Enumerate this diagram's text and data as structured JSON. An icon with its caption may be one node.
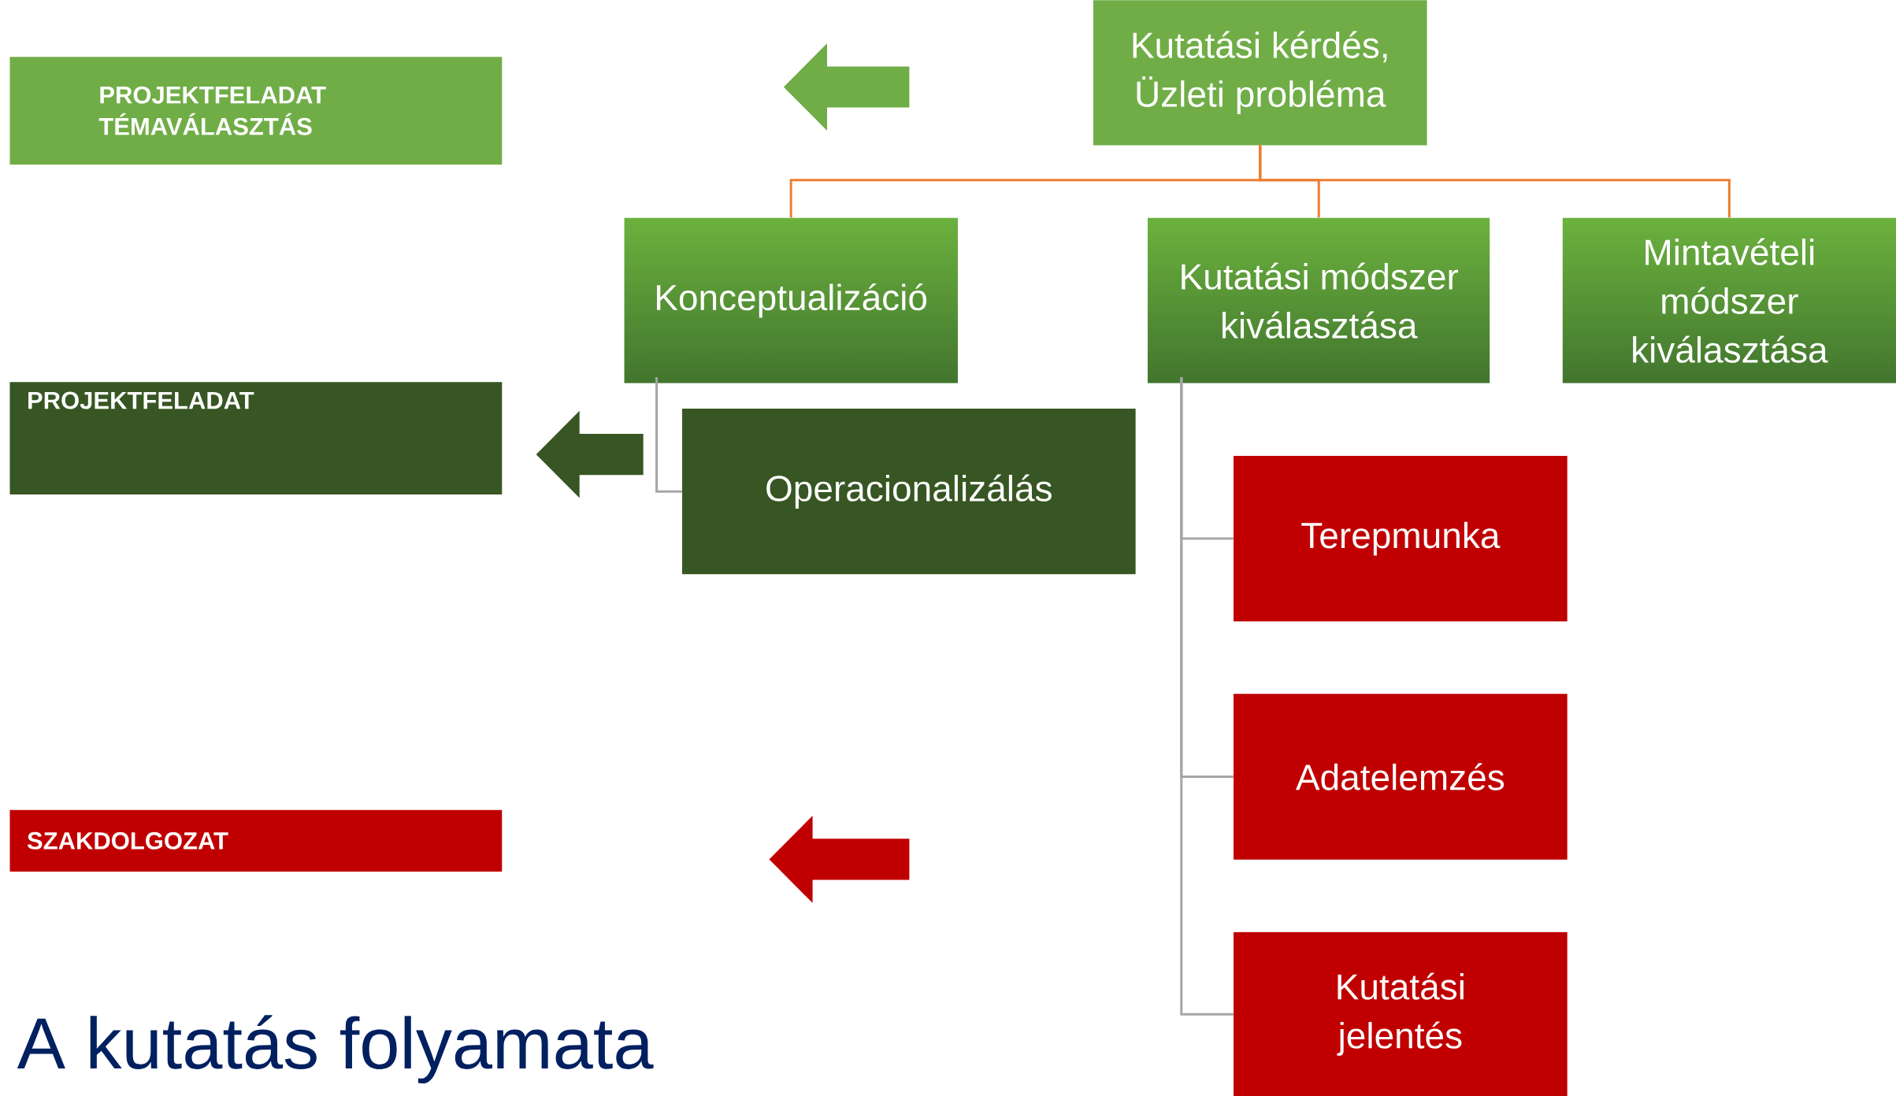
{
  "diagram": {
    "title": "A kutatás folyamata",
    "nodes": [
      {
        "text": [
          "PROJEKTFELADAT TÉMAVÁLASZTÁS"
        ]
      },
      {
        "text": [
          "PROJEKTFELADAT"
        ]
      },
      {
        "text": [
          "SZAKDOLGOZAT"
        ]
      },
      {
        "text": [
          "Kutatási kérdés, Üzleti probléma"
        ]
      },
      {
        "text": [
          "Konceptualizáció"
        ]
      },
      {
        "text": [
          "Kutatási módszer kiválasztása"
        ]
      },
      {
        "text": [
          "Mintavételi módszer kiválasztása"
        ]
      },
      {
        "text": [
          "Operacionalizálás"
        ]
      },
      {
        "text": [
          "Terepmunka"
        ]
      },
      {
        "text": [
          "Adatelemzés"
        ]
      },
      {
        "text": [
          "Kutatási jelentés"
        ]
      }
    ],
    "edges": [
      {
        "from": 7,
        "to": 1,
        "arrow": "to",
        "style": "thick",
        "color": "#375623"
      },
      {
        "from": 3,
        "to": 4,
        "arrow": "none",
        "color": "#ed7d31"
      },
      {
        "from": 3,
        "to": 5,
        "arrow": "none",
        "color": "#ed7d31"
      },
      {
        "from": 3,
        "to": 6,
        "arrow": "none",
        "color": "#ed7d31"
      },
      {
        "from": 4,
        "to": 7,
        "arrow": "none"
      },
      {
        "from": 5,
        "to": 8,
        "arrow": "none"
      },
      {
        "from": 5,
        "to": 9,
        "arrow": "none"
      },
      {
        "from": 5,
        "to": 10,
        "arrow": "none"
      }
    ]
  }
}
